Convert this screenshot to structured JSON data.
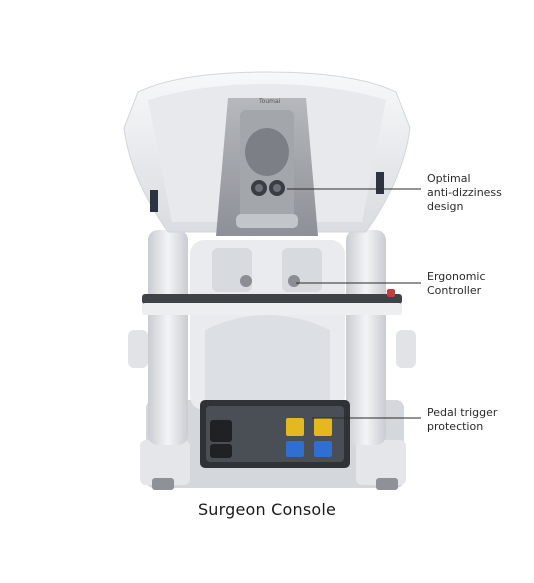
{
  "callouts": [
    {
      "lines": [
        "Optimal",
        "anti-dizziness",
        "design"
      ]
    },
    {
      "lines": [
        "Ergonomic",
        "Controller"
      ]
    },
    {
      "lines": [
        "Pedal trigger",
        "protection"
      ]
    }
  ],
  "caption": "Surgeon Console",
  "colors": {
    "shell": "#f1f2f4",
    "shell_shadow": "#cfd2d7",
    "dark_panel": "#3a3d42",
    "pedal_yellow": "#e6b820",
    "pedal_blue": "#2f6fd1",
    "leader_line": "#2a2a2a"
  }
}
